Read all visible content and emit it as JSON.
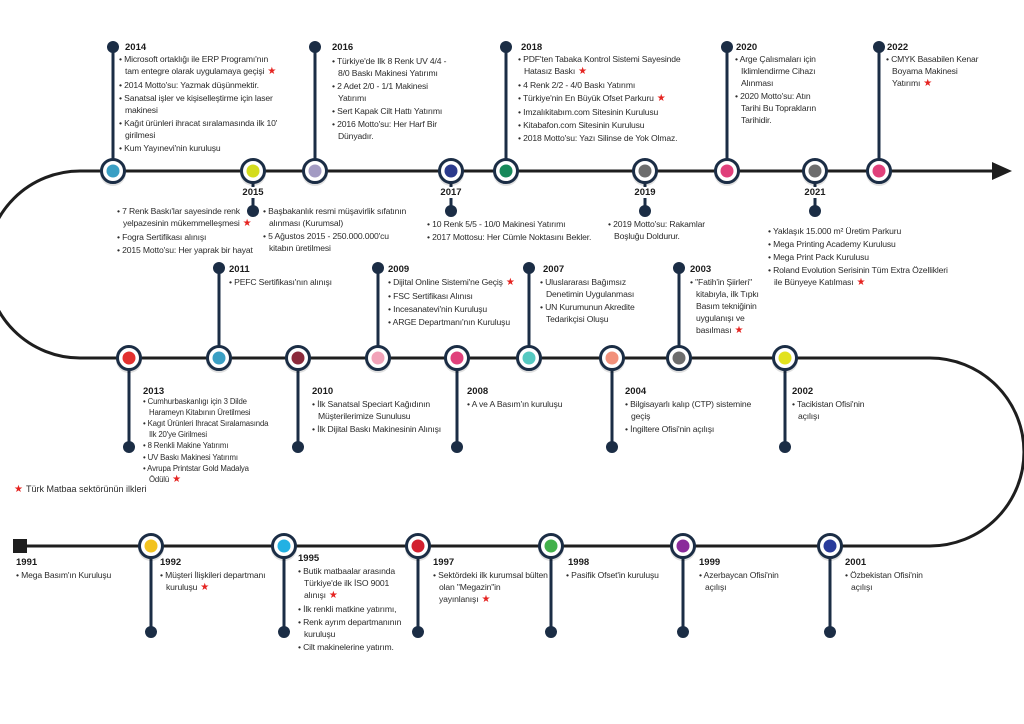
{
  "legend": {
    "star_icon": "star-icon",
    "label": "Türk Matbaa sektörünün ilkleri"
  },
  "colors": {
    "line": "#1e1e1e",
    "stem": "#1b2d45",
    "star": "#e52421"
  },
  "events": [
    {
      "year": "2014",
      "color": "#3a9fc4",
      "items": [
        {
          "text": "Microsoft ortaklığı ile ERP Programı'nın tam entegre olarak uygulamaya geçişi",
          "star": true
        },
        {
          "text": "2014 Motto'su: Yazmak düşünmektir."
        },
        {
          "text": "Sanatsal işler ve kişiselleştirme için laser makinesi"
        },
        {
          "text": "Kağıt ürünleri ihracat sıralamasında ilk 10' girilmesi"
        },
        {
          "text": "Kum Yayınevi'nin kuruluşu"
        }
      ]
    },
    {
      "year": "2015",
      "color": "#d4dc1e",
      "items": [
        {
          "text": "7 Renk Baskı'lar sayesinde renk yelpazesinin mükemmelleşmesi",
          "star": true
        },
        {
          "text": "Fogra Sertifikası alınışı"
        },
        {
          "text": "2015 Motto'su: Her yaprak bir hayat"
        }
      ],
      "items_right": [
        {
          "text": "Başbakanlık resmi müşavirlik sıfatının alınması (Kurumsal)"
        },
        {
          "text": "5 Ağustos 2015 - 250.000.000'cu kitabın üretilmesi"
        }
      ]
    },
    {
      "year": "2016",
      "color": "#a39bc3",
      "items": [
        {
          "text": "Türkiye'de Ilk 8 Renk UV 4/4 - 8/0 Baskı Makinesi Yatırımı"
        },
        {
          "text": "2 Adet 2/0 - 1/1 Makinesi Yatırımı"
        },
        {
          "text": "Sert Kapak Cilt Hattı Yatırımı"
        },
        {
          "text": "2016 Motto'su: Her Harf Bir Dünyadır."
        }
      ]
    },
    {
      "year": "2017",
      "color": "#2b3a8c",
      "items": [
        {
          "text": "10 Renk 5/5 - 10/0 Makinesi Yatırımı"
        },
        {
          "text": "2017 Mottosu: Her Cümle Noktasını Bekler."
        }
      ]
    },
    {
      "year": "2018",
      "color": "#17895a",
      "items": [
        {
          "text": "PDF'ten Tabaka Kontrol Sistemi Sayesinde Hatasız Baskı",
          "star": true
        },
        {
          "text": "4 Renk 2/2 - 4/0 Baskı Yatırımı"
        },
        {
          "text": "Türkiye'nin En Büyük Ofset Parkuru",
          "star": true
        },
        {
          "text": "Imzalıkitabım.com Sitesinin Kurulusu"
        },
        {
          "text": "Kitabafon.com Sitesinin Kurulusu"
        },
        {
          "text": "2018 Motto'su: Yazı Silinse de Yok Olmaz."
        }
      ]
    },
    {
      "year": "2019",
      "color": "#6d6d6d",
      "items": [
        {
          "text": "2019 Motto'su: Rakamlar Boşluğu Doldurur."
        }
      ]
    },
    {
      "year": "2020",
      "color": "#e0407b",
      "items": [
        {
          "text": "Arge Çalısmaları için Iklimlendirme Cihazı Alınması"
        },
        {
          "text": "2020 Motto'su: Atın Tarihi Bu Toprakların Tarihidir."
        }
      ]
    },
    {
      "year": "2021",
      "color": "#6d6d6d",
      "items": [
        {
          "text": "Yaklaşık 15.000 m² Üretim Parkuru"
        },
        {
          "text": "Mega Printing Academy Kurulusu"
        },
        {
          "text": "Mega Print Pack Kurulusu"
        },
        {
          "text": "Roland Evolution Serisinin Tüm Extra Özellikleri ile Bünyeye Katılması",
          "star": true
        }
      ]
    },
    {
      "year": "2022",
      "color": "#e0407b",
      "items": [
        {
          "text": "CMYK Basabilen Kenar Boyama Makinesi Yatırımı",
          "star": true
        }
      ]
    },
    {
      "year": "2013",
      "color": "#e2302f",
      "items": [
        {
          "text": "Cumhurbaskanlıgı için 3 Dilde Haramеyn Kitabının Üretilmesi"
        },
        {
          "text": "Kagıt Ürünleri Ihracat Sıralamasında Ilk 20'ye Girilmesi"
        },
        {
          "text": "8 Renkli Makine Yatırımı"
        },
        {
          "text": "UV Baskı Makinesi Yatırımı"
        },
        {
          "text": "Avrupa Printstar Gold Madalya Ödülü",
          "star": true
        }
      ]
    },
    {
      "year": "2011",
      "color": "#3a9fc4",
      "items": [
        {
          "text": "PEFC Sertifikası'nın alınışı"
        }
      ]
    },
    {
      "year": "2010",
      "color": "#8b2a3b",
      "items": [
        {
          "text": "İlk Sanatsal Speciart Kağıdının Müşterilerimize Sunulusu"
        },
        {
          "text": "İlk Dijital Baskı Makinesinin Alınışı"
        }
      ]
    },
    {
      "year": "2009",
      "color": "#f2a3b9",
      "items": [
        {
          "text": "Dijital Online Sistemi'ne Geçiş",
          "star": true
        },
        {
          "text": "FSC Sertifikası Alınısı"
        },
        {
          "text": "Incesanatevi'nin Kuruluşu"
        },
        {
          "text": "ARGE Departmanı'nın Kuruluşu"
        }
      ]
    },
    {
      "year": "2008",
      "color": "#e0407b",
      "items": [
        {
          "text": "A ve A Basım'ın kuruluşu"
        }
      ]
    },
    {
      "year": "2007",
      "color": "#55c9c1",
      "items": [
        {
          "text": "Uluslararası Bağımsız Denetimin Uygulanması"
        },
        {
          "text": "UN Kurumunun Akredite Tedarikçisi Oluşu"
        }
      ]
    },
    {
      "year": "2004",
      "color": "#f2917b",
      "items": [
        {
          "text": "Bilgisayarlı kalıp (CTP) sistemine geçiş"
        },
        {
          "text": "İngiltere Ofisi'nin açılışı"
        }
      ]
    },
    {
      "year": "2003",
      "color": "#6d6d6d",
      "items": [
        {
          "text": "\"Fatih'in Şiirleri\" kitabıyla, ilk Tıpkı Basım tekniğinin uygulanışı ve basılması",
          "star": true
        }
      ]
    },
    {
      "year": "2002",
      "color": "#e2e21e",
      "items": [
        {
          "text": "Tacikistan Ofisi'nin açılışı"
        }
      ]
    },
    {
      "year": "1991",
      "color": "#1e1e1e",
      "items": [
        {
          "text": "Mega Basım'ın Kuruluşu"
        }
      ]
    },
    {
      "year": "1992",
      "color": "#f2c21e",
      "items": [
        {
          "text": "Müşteri İlişkileri departmanı kuruluşu",
          "star": true
        }
      ]
    },
    {
      "year": "1995",
      "color": "#22b1e3",
      "items": [
        {
          "text": "Butik matbaalar arasında Türkiye'de ilk İSO 9001 alınışı",
          "star": true
        },
        {
          "text": "İlk renkli matkine yatırımı,"
        },
        {
          "text": "Renk ayrım departmanının kuruluşu"
        },
        {
          "text": "Cilt makinelerine yatırım."
        }
      ]
    },
    {
      "year": "1997",
      "color": "#d2202f",
      "items": [
        {
          "text": "Sektördeki ilk kurumsal bülten olan \"Megazin\"in yayınlanışı",
          "star": true
        }
      ]
    },
    {
      "year": "1998",
      "color": "#42b04a",
      "items": [
        {
          "text": "Pasifik Ofset'in kuruluşu"
        }
      ]
    },
    {
      "year": "1999",
      "color": "#8a2a9b",
      "items": [
        {
          "text": "Azerbaycan Ofisi'nin açılışı"
        }
      ]
    },
    {
      "year": "2001",
      "color": "#293b9b",
      "items": [
        {
          "text": "Özbekistan Ofisi'nin açılışı"
        }
      ]
    }
  ]
}
